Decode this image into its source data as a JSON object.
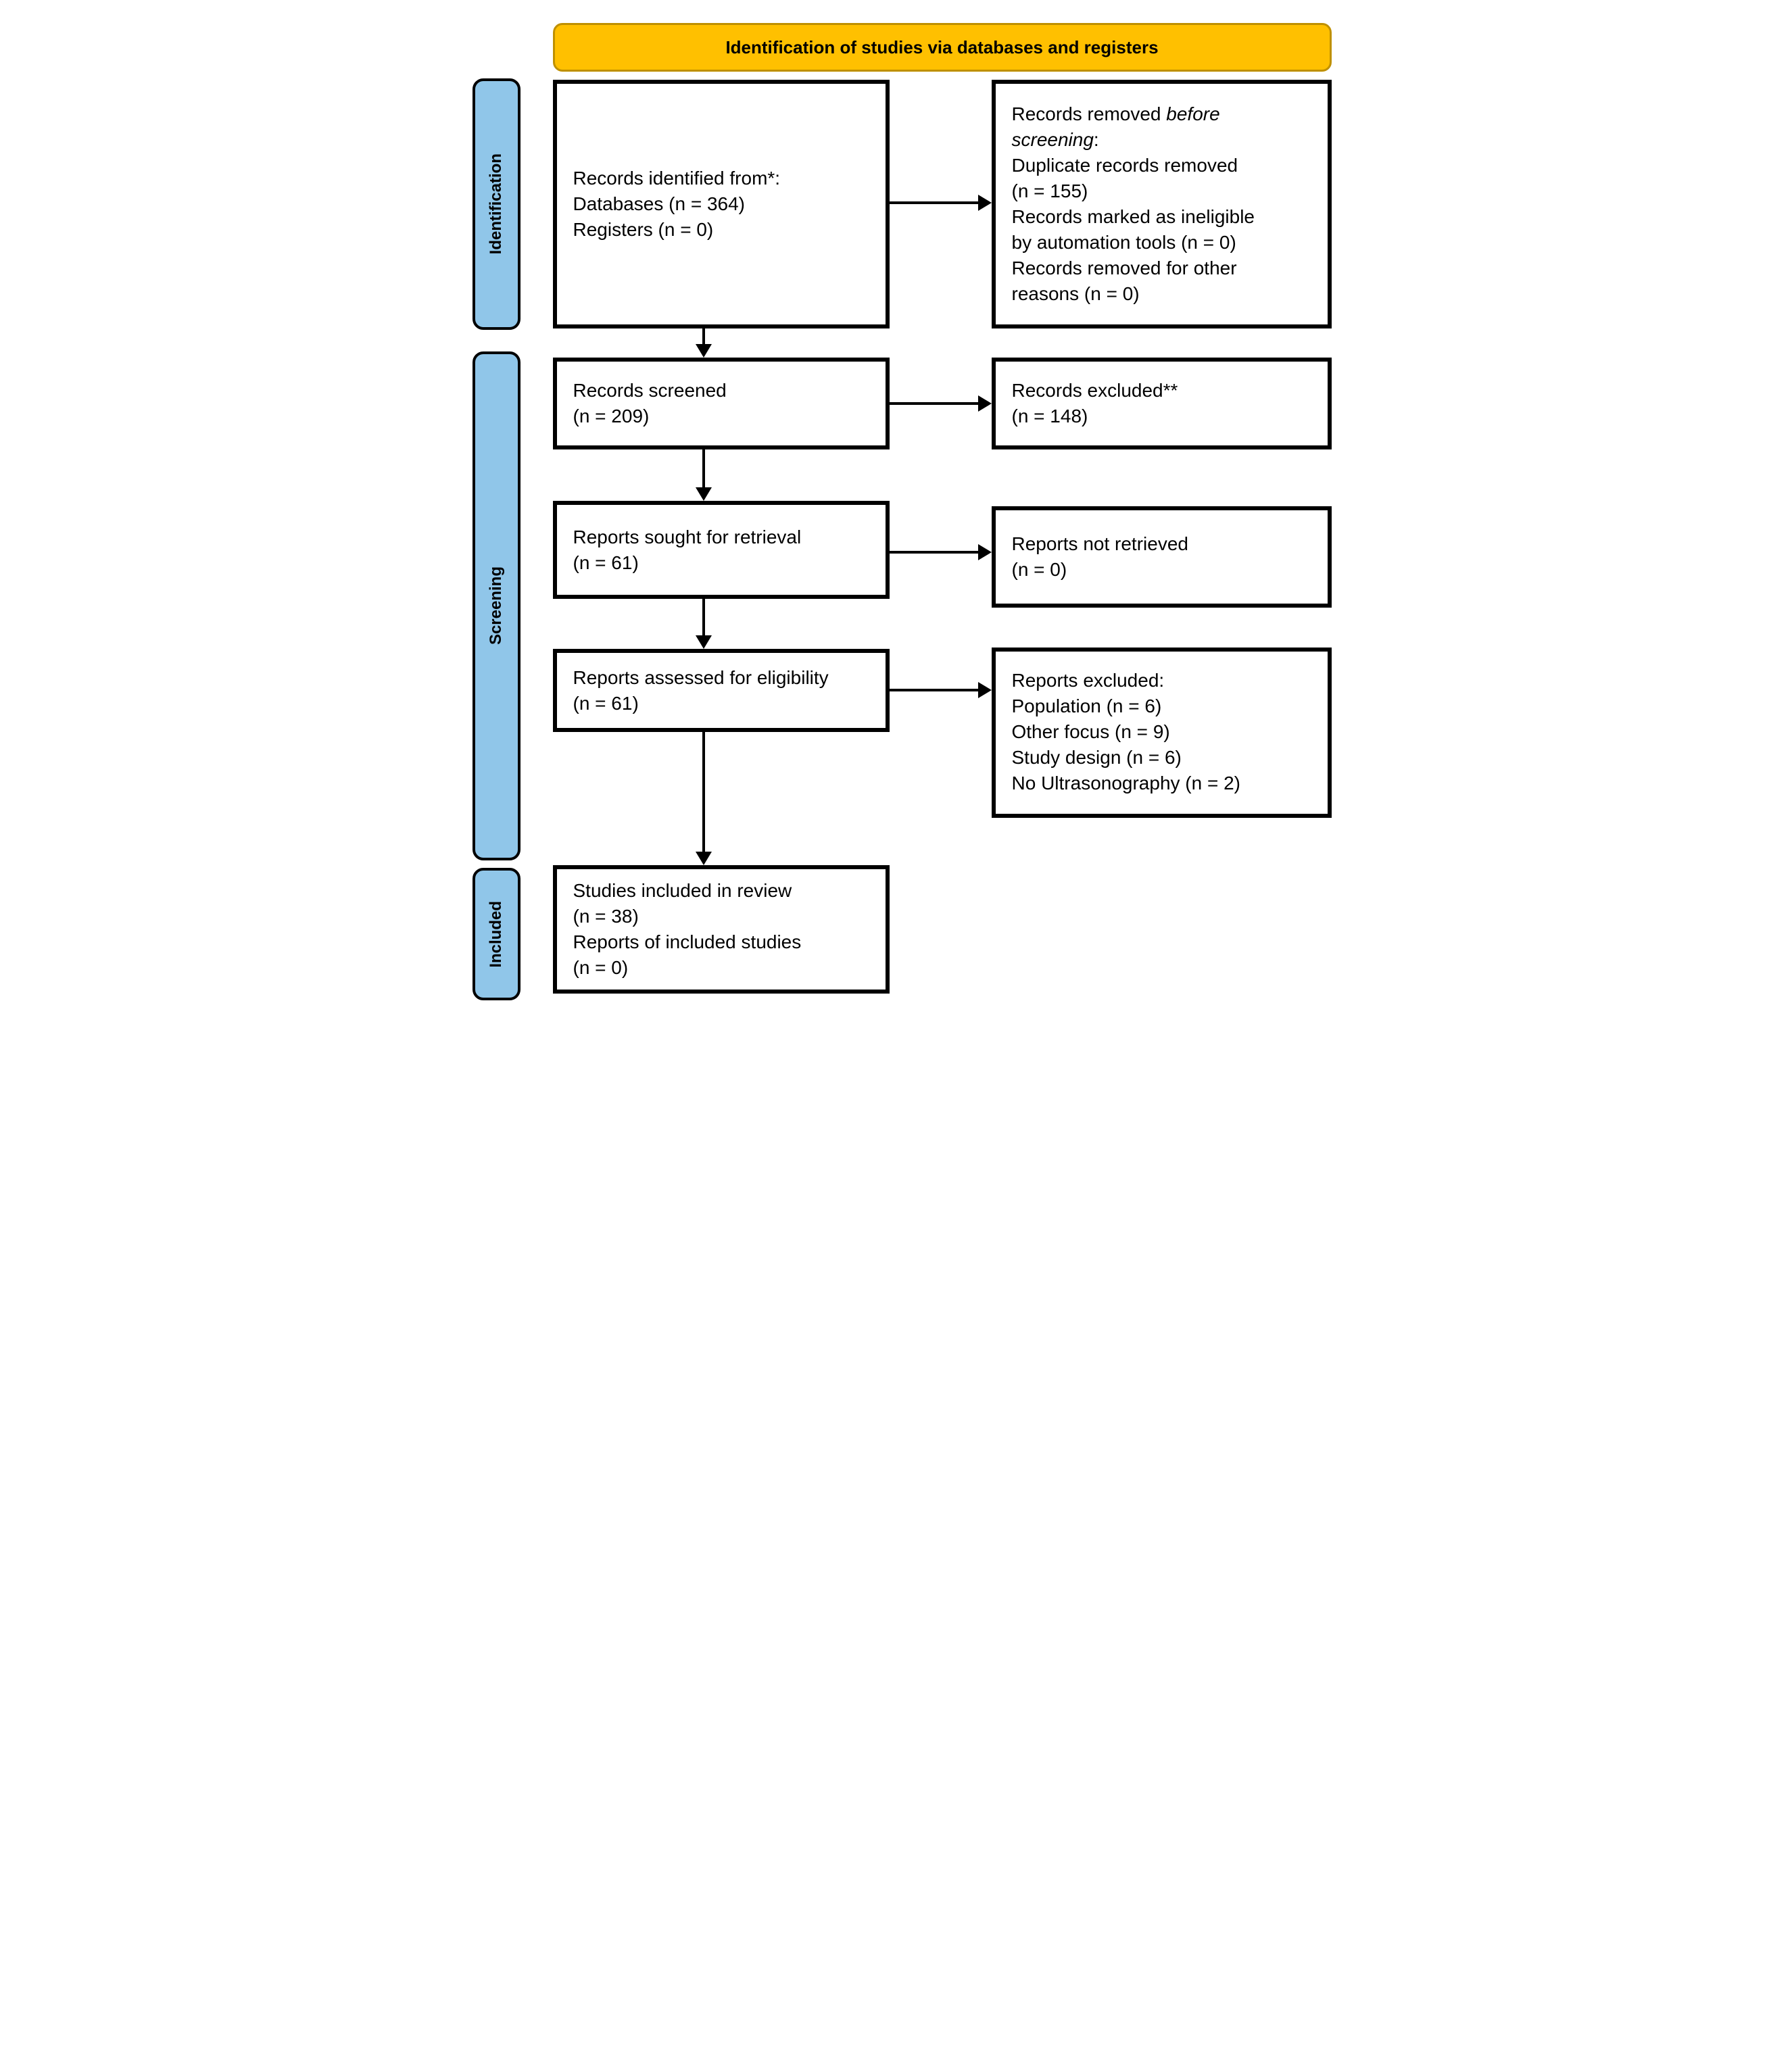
{
  "header": {
    "title": "Identification of studies via databases and registers"
  },
  "stages": {
    "identification": "Identification",
    "screening": "Screening",
    "included": "Included"
  },
  "boxes": {
    "records_identified": {
      "line1": "Records identified from*:",
      "line2": "Databases (n = 364)",
      "line3": "Registers (n = 0)"
    },
    "records_removed": {
      "title_text": "Records removed ",
      "title_italic1": "before",
      "title_italic2": "screening",
      "title_suffix": ":",
      "item1_line1": "Duplicate records removed",
      "item1_line2": "(n = 155)",
      "item2_line1": "Records marked as ineligible",
      "item2_line2": "by automation tools (n = 0)",
      "item3_line1": "Records removed for other",
      "item3_line2": "reasons (n = 0)"
    },
    "records_screened": {
      "line1": "Records screened",
      "line2": "(n = 209)"
    },
    "records_excluded": {
      "line1": "Records excluded**",
      "line2": "(n = 148)"
    },
    "reports_sought": {
      "line1": "Reports sought for retrieval",
      "line2": "(n = 61)"
    },
    "reports_not_retrieved": {
      "line1": "Reports not retrieved",
      "line2": "(n = 0)"
    },
    "reports_assessed": {
      "line1": "Reports assessed for eligibility",
      "line2": "(n = 61)"
    },
    "reports_excluded": {
      "title": "Reports excluded:",
      "item1": "Population (n = 6)",
      "item2": "Other focus (n = 9)",
      "item3": "Study design (n = 6)",
      "item4": "No Ultrasonography (n = 2)"
    },
    "studies_included": {
      "line1": "Studies included in review",
      "line2": "(n = 38)",
      "line3": "Reports of included studies",
      "line4": "(n = 0)"
    }
  },
  "colors": {
    "banner_fill": "#FFC000",
    "banner_border": "#BF9000",
    "stage_fill": "#90C6E9",
    "box_border": "#000000",
    "text": "#000000",
    "background": "#FFFFFF"
  }
}
